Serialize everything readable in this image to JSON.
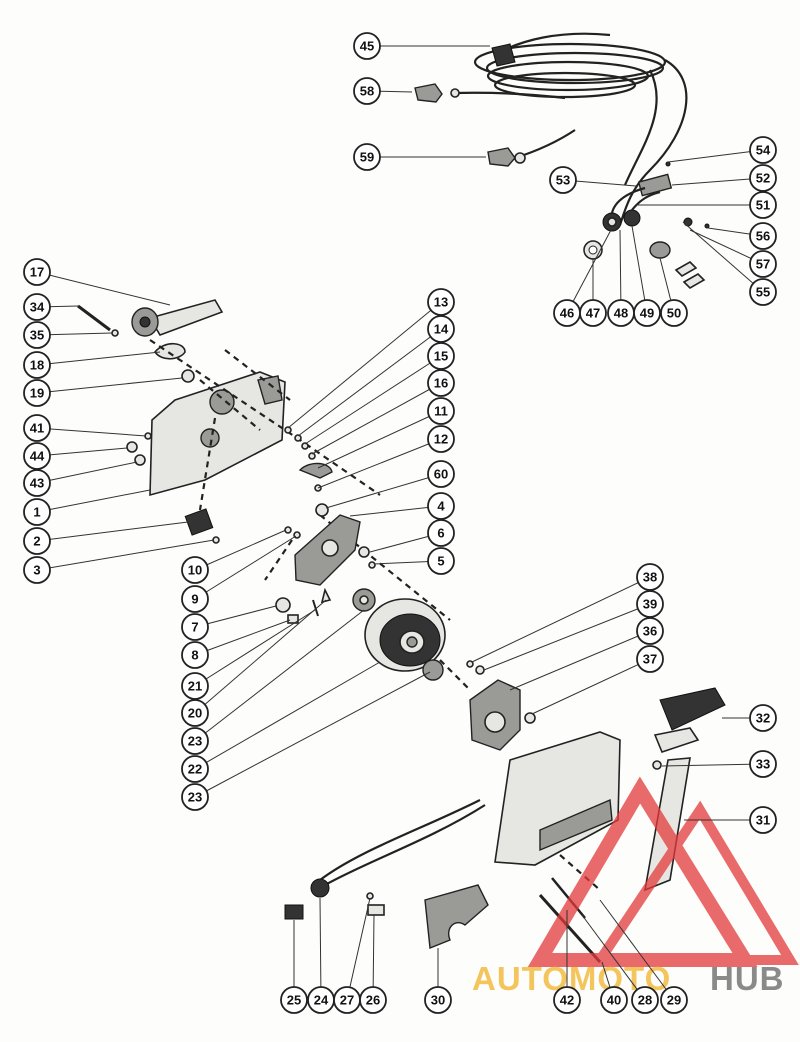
{
  "diagram": {
    "callouts": [
      {
        "id": "c45",
        "label": "45"
      },
      {
        "id": "c58",
        "label": "58"
      },
      {
        "id": "c59",
        "label": "59"
      },
      {
        "id": "c54",
        "label": "54"
      },
      {
        "id": "c53",
        "label": "53"
      },
      {
        "id": "c52",
        "label": "52"
      },
      {
        "id": "c51",
        "label": "51"
      },
      {
        "id": "c56",
        "label": "56"
      },
      {
        "id": "c57",
        "label": "57"
      },
      {
        "id": "c55",
        "label": "55"
      },
      {
        "id": "c46",
        "label": "46"
      },
      {
        "id": "c47",
        "label": "47"
      },
      {
        "id": "c48",
        "label": "48"
      },
      {
        "id": "c49",
        "label": "49"
      },
      {
        "id": "c50",
        "label": "50"
      },
      {
        "id": "c17",
        "label": "17"
      },
      {
        "id": "c34",
        "label": "34"
      },
      {
        "id": "c35",
        "label": "35"
      },
      {
        "id": "c18",
        "label": "18"
      },
      {
        "id": "c19",
        "label": "19"
      },
      {
        "id": "c41",
        "label": "41"
      },
      {
        "id": "c44",
        "label": "44"
      },
      {
        "id": "c43",
        "label": "43"
      },
      {
        "id": "c1",
        "label": "1"
      },
      {
        "id": "c2",
        "label": "2"
      },
      {
        "id": "c3",
        "label": "3"
      },
      {
        "id": "c13",
        "label": "13"
      },
      {
        "id": "c14",
        "label": "14"
      },
      {
        "id": "c15",
        "label": "15"
      },
      {
        "id": "c16",
        "label": "16"
      },
      {
        "id": "c11",
        "label": "11"
      },
      {
        "id": "c12",
        "label": "12"
      },
      {
        "id": "c60",
        "label": "60"
      },
      {
        "id": "c4",
        "label": "4"
      },
      {
        "id": "c6",
        "label": "6"
      },
      {
        "id": "c5",
        "label": "5"
      },
      {
        "id": "c10",
        "label": "10"
      },
      {
        "id": "c9",
        "label": "9"
      },
      {
        "id": "c7",
        "label": "7"
      },
      {
        "id": "c8",
        "label": "8"
      },
      {
        "id": "c21",
        "label": "21"
      },
      {
        "id": "c20",
        "label": "20"
      },
      {
        "id": "c23a",
        "label": "23"
      },
      {
        "id": "c22",
        "label": "22"
      },
      {
        "id": "c23b",
        "label": "23"
      },
      {
        "id": "c38",
        "label": "38"
      },
      {
        "id": "c39",
        "label": "39"
      },
      {
        "id": "c36",
        "label": "36"
      },
      {
        "id": "c37",
        "label": "37"
      },
      {
        "id": "c32",
        "label": "32"
      },
      {
        "id": "c33",
        "label": "33"
      },
      {
        "id": "c31",
        "label": "31"
      },
      {
        "id": "c25",
        "label": "25"
      },
      {
        "id": "c24",
        "label": "24"
      },
      {
        "id": "c27",
        "label": "27"
      },
      {
        "id": "c26",
        "label": "26"
      },
      {
        "id": "c30",
        "label": "30"
      },
      {
        "id": "c42",
        "label": "42"
      },
      {
        "id": "c40",
        "label": "40"
      },
      {
        "id": "c28",
        "label": "28"
      },
      {
        "id": "c29",
        "label": "29"
      }
    ]
  },
  "watermark": {
    "part1": "AUTOMOTO",
    "part2": "HUB",
    "color1": "#f3c55c",
    "color2": "#8a8a8a",
    "logo_color": "#e23a3a"
  }
}
